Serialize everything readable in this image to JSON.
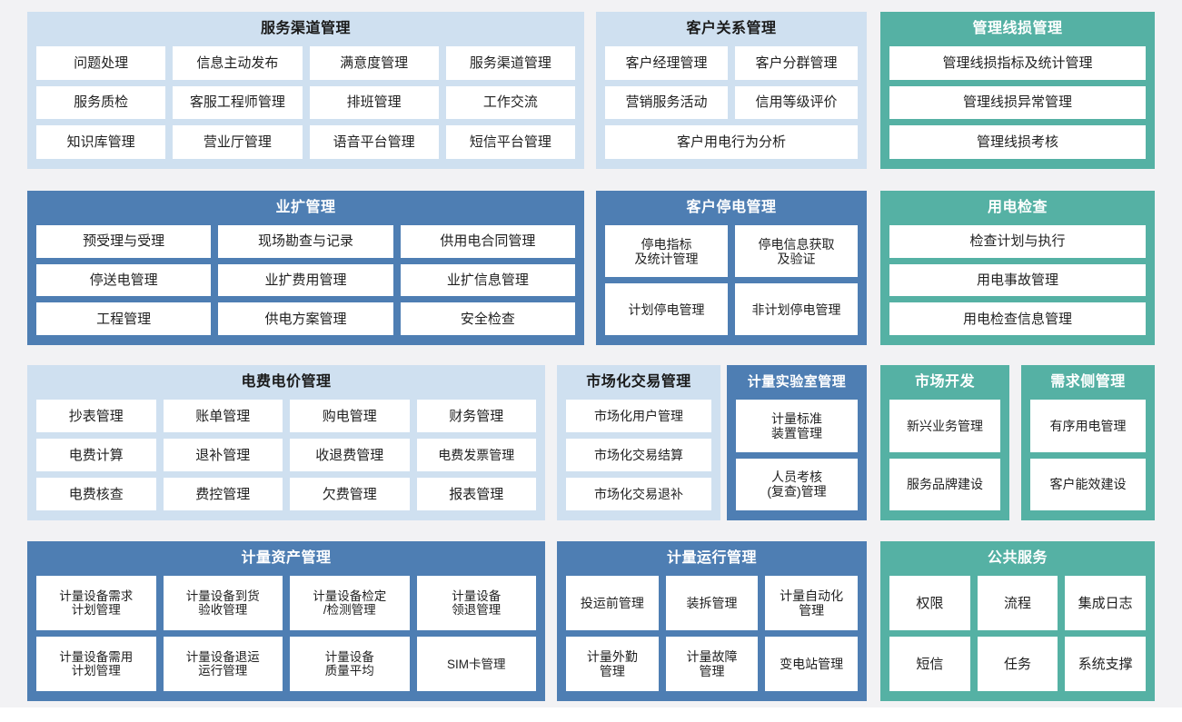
{
  "rows": [
    {
      "name": "row-1",
      "panels": [
        {
          "id": "service-channel-management",
          "title": "服务渠道管理",
          "theme": "light",
          "items": [
            "问题处理",
            "信息主动发布",
            "满意度管理",
            "服务渠道管理",
            "服务质检",
            "客服工程师管理",
            "排班管理",
            "工作交流",
            "知识库管理",
            "营业厅管理",
            "语音平台管理",
            "短信平台管理"
          ]
        },
        {
          "id": "customer-relationship-management",
          "title": "客户关系管理",
          "theme": "light",
          "items": [
            "客户经理管理",
            "客户分群管理",
            "营销服务活动",
            "信用等级评价",
            "客户用电行为分析"
          ]
        },
        {
          "id": "management-line-loss-management",
          "title": "管理线损管理",
          "theme": "teal",
          "items": [
            "管理线损指标及统计管理",
            "管理线损异常管理",
            "管理线损考核"
          ]
        }
      ]
    },
    {
      "name": "row-2",
      "panels": [
        {
          "id": "business-expansion-management",
          "title": "业扩管理",
          "theme": "blue",
          "items": [
            "预受理与受理",
            "现场勘查与记录",
            "供用电合同管理",
            "停送电管理",
            "业扩费用管理",
            "业扩信息管理",
            "工程管理",
            "供电方案管理",
            "安全检查"
          ]
        },
        {
          "id": "customer-outage-management",
          "title": "客户停电管理",
          "theme": "blue",
          "items": [
            "停电指标\n及统计管理",
            "停电信息获取\n及验证",
            "计划停电管理",
            "非计划停电管理"
          ]
        },
        {
          "id": "electricity-inspection",
          "title": "用电检查",
          "theme": "teal",
          "items": [
            "检查计划与执行",
            "用电事故管理",
            "用电检查信息管理"
          ]
        }
      ]
    },
    {
      "name": "row-3",
      "panels": [
        {
          "id": "electricity-fee-price-management",
          "title": "电费电价管理",
          "theme": "light",
          "items": [
            "抄表管理",
            "账单管理",
            "购电管理",
            "财务管理",
            "电费计算",
            "退补管理",
            "收退费管理",
            "电费发票管理",
            "电费核查",
            "费控管理",
            "欠费管理",
            "报表管理"
          ]
        },
        {
          "id": "market-transaction-management",
          "title": "市场化交易管理",
          "theme": "light",
          "items": [
            "市场化用户管理",
            "市场化交易结算",
            "市场化交易退补"
          ]
        },
        {
          "id": "metering-laboratory-management",
          "title": "计量实验室管理",
          "theme": "blue",
          "items": [
            "计量标准\n装置管理",
            "人员考核\n(复查)管理"
          ]
        },
        {
          "id": "market-development",
          "title": "市场开发",
          "theme": "teal",
          "items": [
            "新兴业务管理",
            "服务品牌建设"
          ]
        },
        {
          "id": "demand-side-management",
          "title": "需求侧管理",
          "theme": "teal",
          "items": [
            "有序用电管理",
            "客户能效建设"
          ]
        }
      ]
    },
    {
      "name": "row-4",
      "panels": [
        {
          "id": "metering-asset-management",
          "title": "计量资产管理",
          "theme": "blue",
          "items": [
            "计量设备需求\n计划管理",
            "计量设备到货\n验收管理",
            "计量设备检定\n/检测管理",
            "计量设备\n领退管理",
            "计量设备需用\n计划管理",
            "计量设备退运\n运行管理",
            "计量设备\n质量平均",
            "SIM卡管理"
          ]
        },
        {
          "id": "metering-operation-management",
          "title": "计量运行管理",
          "theme": "blue",
          "items": [
            "投运前管理",
            "装拆管理",
            "计量自动化\n管理",
            "计量外勤\n管理",
            "计量故障\n管理",
            "变电站管理"
          ]
        },
        {
          "id": "public-service",
          "title": "公共服务",
          "theme": "teal",
          "items": [
            "权限",
            "流程",
            "集成日志",
            "短信",
            "任务",
            "系统支撑"
          ]
        }
      ]
    }
  ],
  "colors": {
    "light_blue": "#cfe0f0",
    "blue": "#4e7eb3",
    "teal": "#55b1a4",
    "band": "#f2f2f4",
    "cell": "#ffffff",
    "page": "#ffffff"
  }
}
